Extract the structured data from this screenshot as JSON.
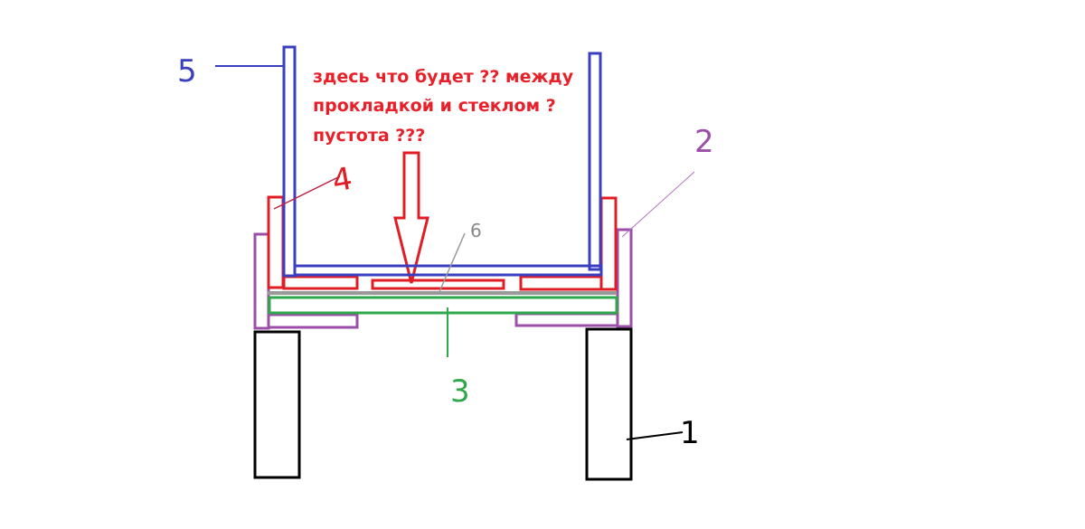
{
  "annotation": {
    "lines": [
      "здесь что будет ?? между",
      "прокладкой и стеклом ?",
      "пустота ???"
    ]
  },
  "labels": {
    "part1": "1",
    "part2": "2",
    "part3": "3",
    "part4": "4",
    "part5": "5",
    "part6": "6"
  },
  "colors": {
    "blue": "#3a3fc0",
    "red": "#e01c24",
    "purple": "#9b4fa8",
    "green": "#2ea84a",
    "gray": "#888888",
    "black": "#000000"
  }
}
